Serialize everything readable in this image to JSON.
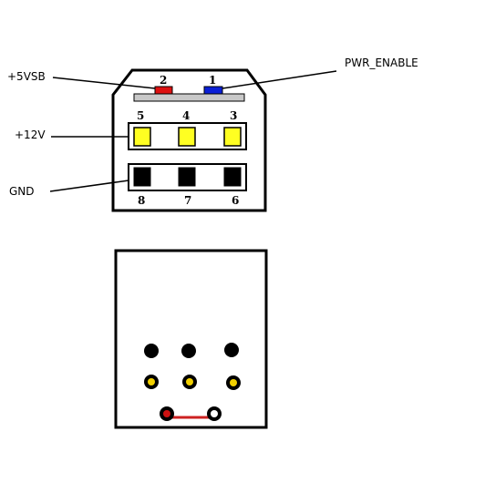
{
  "labels": {
    "plus5vsb": "+5VSB",
    "pwr_enable": "PWR_ENABLE",
    "plus12v": "+12V",
    "gnd": "GND"
  },
  "pins": {
    "p1": "1",
    "p2": "2",
    "p3": "3",
    "p4": "4",
    "p5": "5",
    "p6": "6",
    "p7": "7",
    "p8": "8"
  },
  "colors": {
    "outline": "#000000",
    "pin_5vsb": "#dd1111",
    "pin_pwr_enable": "#0a1fd6",
    "pin_12v": "#ffff22",
    "pin_gnd": "#000000",
    "key_strip": "#c8c8c8",
    "jumper_wire": "#cc2222",
    "rear_red_pin": "#cc1111",
    "rear_white_pin": "#ffffff",
    "rear_yellow_core": "#f2d000"
  }
}
